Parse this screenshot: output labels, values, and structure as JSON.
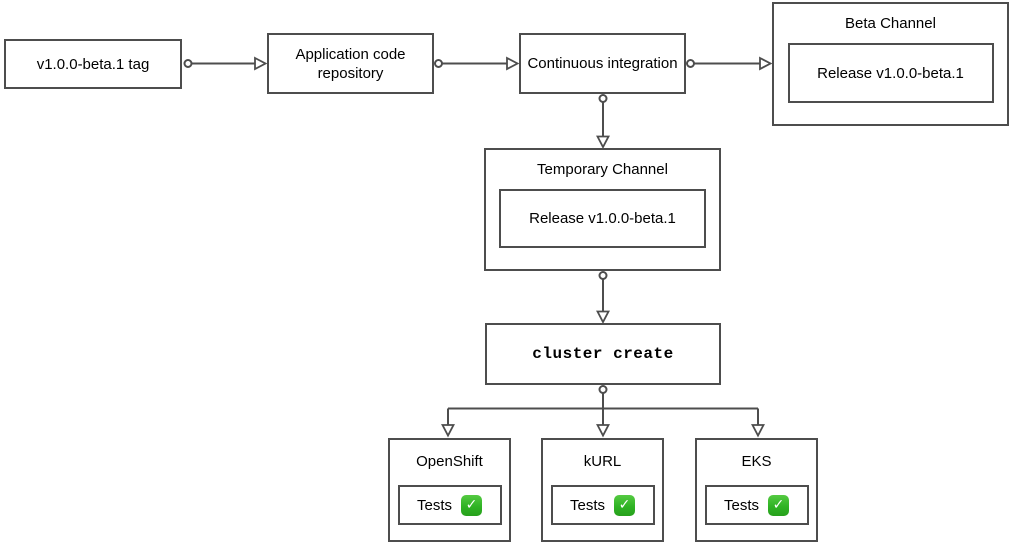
{
  "diagram": {
    "nodes": {
      "tag": {
        "label": "v1.0.0-beta.1 tag"
      },
      "repo": {
        "label": "Application code repository"
      },
      "ci": {
        "label": "Continuous integration"
      },
      "beta_channel": {
        "title": "Beta Channel",
        "release_label": "Release v1.0.0-beta.1"
      },
      "temporary_channel": {
        "title": "Temporary Channel",
        "release_label": "Release v1.0.0-beta.1"
      },
      "cluster_create": {
        "label": "cluster create"
      },
      "openshift": {
        "title": "OpenShift",
        "tests_label": "Tests"
      },
      "kurl": {
        "title": "kURL",
        "tests_label": "Tests"
      },
      "eks": {
        "title": "EKS",
        "tests_label": "Tests"
      }
    },
    "icons": {
      "tests_status": "check-icon",
      "check_glyph": "✓"
    },
    "colors": {
      "stroke": "#4d4d4d",
      "node_fill": "#ffffff",
      "text": "#000000",
      "check_bg_top": "#55ca42",
      "check_bg_bottom": "#27a01c",
      "check_mark": "#ffffff"
    }
  }
}
